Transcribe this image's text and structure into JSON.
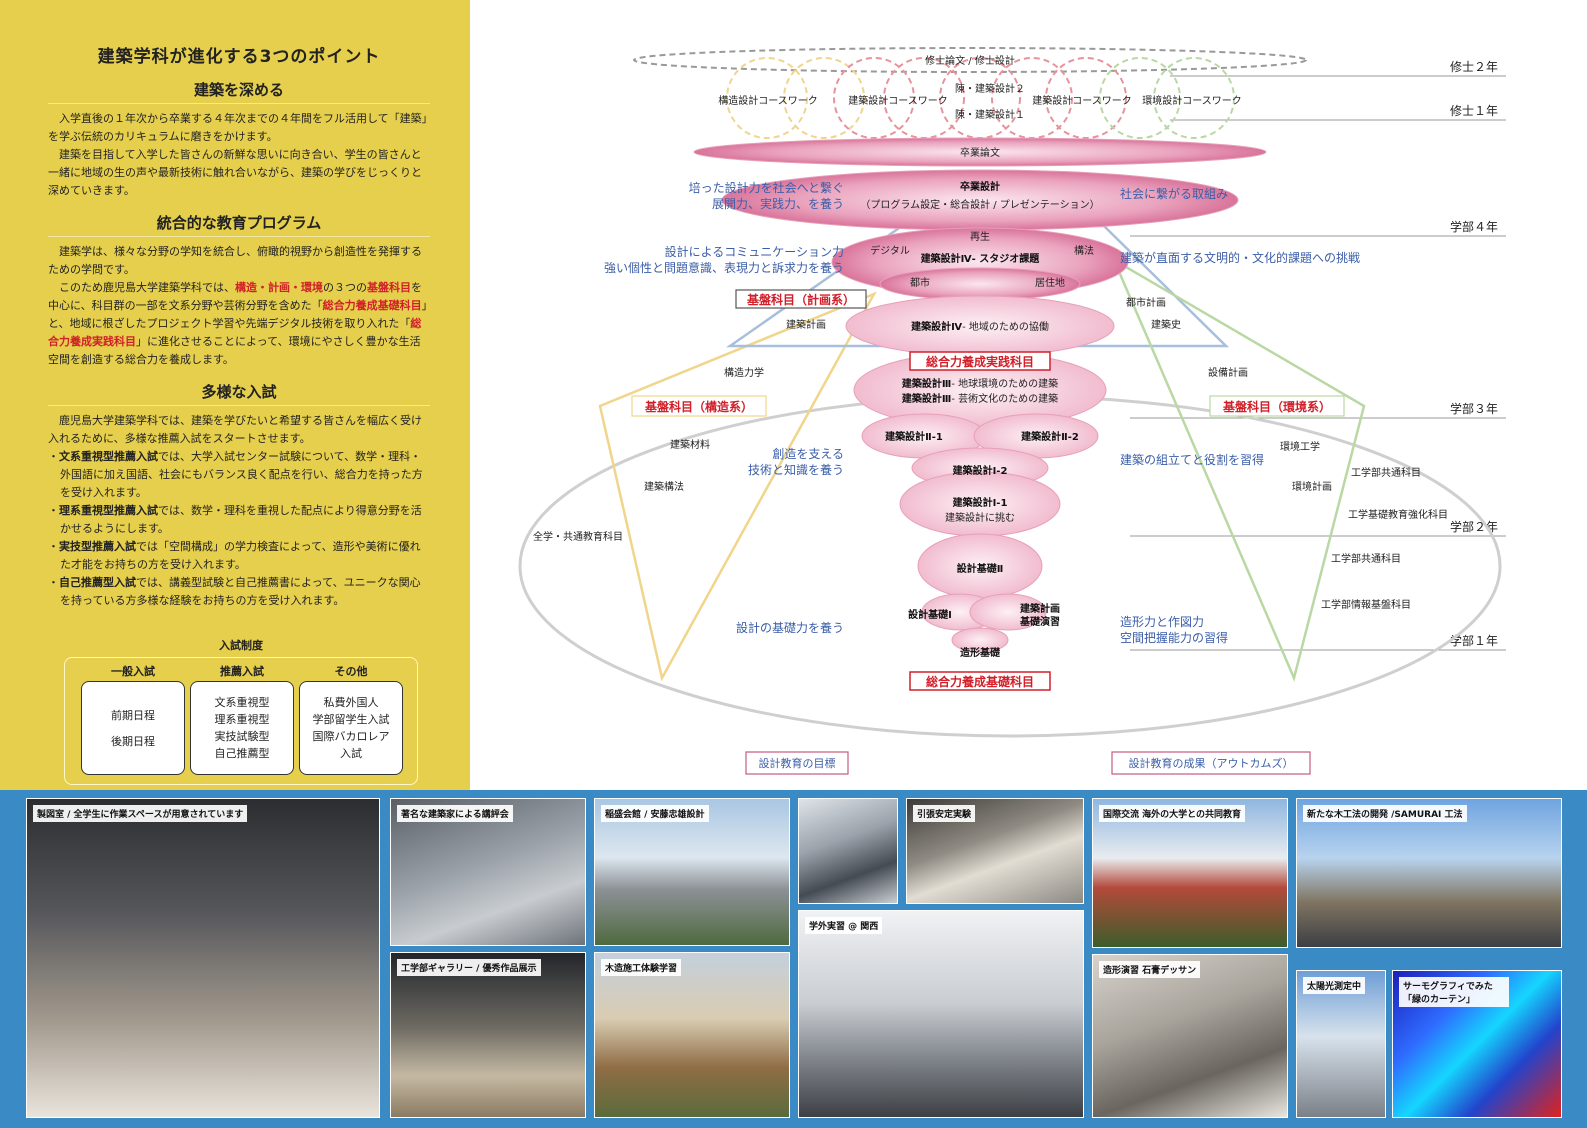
{
  "left": {
    "title": "建築学科が進化する3つのポイント",
    "sec1": {
      "heading": "建築を深める",
      "p1": "入学直後の１年次から卒業する４年次までの４年間をフル活用して「建築」を学ぶ伝統のカリキュラムに磨きをかけます。",
      "p2": "建築を目指して入学した皆さんの新鮮な思いに向き合い、学生の皆さんと一緒に地域の生の声や最新技術に触れ合いながら、建築の学びをじっくりと深めていきます。"
    },
    "sec2": {
      "heading": "統合的な教育プログラム",
      "p1": "建築学は、様々な分野の学知を統合し、俯瞰的視野から創造性を発揮するための学問です。",
      "p2_a": "このため鹿児島大学建築学科では、",
      "p2_red1": "構造・計画・環境",
      "p2_b": "の３つの",
      "p2_red2": "基盤科目",
      "p2_c": "を中心に、科目群の一部を文系分野や芸術分野を含めた「",
      "p2_red3": "総合力養成基礎科目",
      "p2_d": "」と、地域に根ざしたプロジェクト学習や先端デジタル技術を取り入れた「",
      "p2_red4": "総合力養成実践科目",
      "p2_e": "」に進化させることによって、環境にやさしく豊かな生活空間を創造する総合力を養成します。"
    },
    "sec3": {
      "heading": "多様な入試",
      "p1": "鹿児島大学建築学科では、建築を学びたいと希望する皆さんを幅広く受け入れるために、多様な推薦入試をスタートさせます。",
      "b1_name": "文系重視型推薦入試",
      "b1_text": "では、大学入試センター試験について、数学・理科・外国語に加え国語、社会にもバランス良く配点を行い、総合力を持った方を受け入れます。",
      "b2_name": "理系重視型推薦入試",
      "b2_text": "では、数学・理科を重視した配点により得意分野を活かせるようにします。",
      "b3_name": "実技型推薦入試",
      "b3_text": "では「空間構成」の学力検査によって、造形や美術に優れた才能をお持ちの方を受け入れます。",
      "b4_name": "自己推薦型入試",
      "b4_text": "では、講義型試験と自己推薦書によって、ユニークな関心を持っている方多様な経験をお持ちの方を受け入れます。"
    },
    "admission": {
      "title": "入試制度",
      "cols": [
        {
          "head": "一般入試",
          "items": [
            "前期日程",
            "後期日程"
          ]
        },
        {
          "head": "推薦入試",
          "items": [
            "文系重視型",
            "理系重視型",
            "実技試験型",
            "自己推薦型"
          ]
        },
        {
          "head": "その他",
          "items": [
            "私費外国人",
            "学部留学生入試",
            "国際バカロレア",
            "入試"
          ]
        }
      ]
    }
  },
  "diagram": {
    "years": [
      "修士２年",
      "修士１年",
      "学部４年",
      "学部３年",
      "学部２年",
      "学部１年"
    ],
    "master_thesis": "修士論文 / 修士設計",
    "courses": [
      "構造設計コースワーク",
      "建築設計コースワーク",
      "陳・建築設計２",
      "陳・建築設計１",
      "建築設計コースワーク",
      "環境設計コースワーク"
    ],
    "sotsuron": "卒業論文",
    "sotsusei_title": "卒業設計",
    "sotsusei_sub": "（プログラム設定・総合設計 / プレゼンテーション）",
    "studio": "建築設計Ⅳ- スタジオ課題",
    "studio_tags": [
      "再生",
      "デジタル",
      "構法",
      "都市",
      "居住地"
    ],
    "d4_local_a": "建築設計Ⅳ",
    "d4_local_b": "- 地域のための協働",
    "practice_label": "総合力養成実践科目",
    "d3_a_bold": "建築設計Ⅲ",
    "d3_a_rest": "- 地球環境のための建築",
    "d3_b_bold": "建築設計Ⅲ",
    "d3_b_rest": "- 芸術文化のための建築",
    "d2_1": "建築設計Ⅱ-1",
    "d2_2": "建築設計Ⅱ-2",
    "d1_2": "建築設計Ⅰ-2",
    "d1_1": "建築設計Ⅰ-1",
    "d1_1_sub": "建築設計に挑む",
    "kiso2": "設計基礎Ⅱ",
    "kiso1": "設計基礎Ⅰ",
    "keikaku_ensyu_1": "建築計画",
    "keikaku_ensyu_2": "基礎演習",
    "zoukei": "造形基礎",
    "basic_label": "総合力養成基礎科目",
    "base_plan": "基盤科目（計画系）",
    "base_struct": "基盤科目（構造系）",
    "base_env": "基盤科目（環境系）",
    "sub_plan": "建築計画",
    "sub_urban": "都市計画",
    "sub_history": "建築史",
    "sub_struct_mech": "構造力学",
    "sub_material": "建築材料",
    "sub_construct": "建築構法",
    "sub_general": "全学・共通教育科目",
    "sub_equipment": "設備計画",
    "sub_envengr": "環境工学",
    "sub_envplan": "環境計画",
    "sub_eng_common1": "工学部共通科目",
    "sub_eng_basic": "工学基礎教育強化科目",
    "sub_eng_common2": "工学部共通科目",
    "sub_eng_info": "工学部情報基盤科目",
    "goal_a1": "培った設計力を社会へと繋ぐ",
    "goal_a2": "展開力、実践力、を養う",
    "goal_b1": "設計によるコミュニケーション力",
    "goal_b2": "強い個性と問題意識、表現力と訴求力を養う",
    "goal_c1": "創造を支える",
    "goal_c2": "技術と知識を養う",
    "goal_d": "設計の基礎力を養う",
    "out_a": "社会に繋がる取組み",
    "out_b": "建築が直面する文明的・文化的課題への挑戦",
    "out_c": "建築の組立てと役割を習得",
    "out_d1": "造形力と作図力",
    "out_d2": "空間把握能力の習得",
    "footer_goal": "設計教育の目標",
    "footer_outcome": "設計教育の成果（アウトカムズ）"
  },
  "photos": [
    {
      "caption": "製図室 / 全学生に作業スペースが用意されています"
    },
    {
      "caption": "著名な建築家による講評会"
    },
    {
      "caption": "稲盛会館 / 安藤忠雄設計"
    },
    {
      "caption": "引張安定実験"
    },
    {
      "caption": "国際交流 海外の大学との共同教育"
    },
    {
      "caption": "新たな木工法の開発 /SAMURAI 工法"
    },
    {
      "caption": "工学部ギャラリー / 優秀作品展示"
    },
    {
      "caption": "木造施工体験学習"
    },
    {
      "caption": "学外実習 @ 関西"
    },
    {
      "caption": "造形演習 石膏デッサン"
    },
    {
      "caption": "太陽光測定中"
    },
    {
      "caption": "サーモグラフィでみた「緑のカーテン」"
    }
  ],
  "colors": {
    "yellow": "#e6cf4c",
    "blue_band": "#3a8ac6",
    "pink": "#d9739a",
    "accent_red": "#d1202a",
    "text_blue": "#3b5ea8"
  }
}
